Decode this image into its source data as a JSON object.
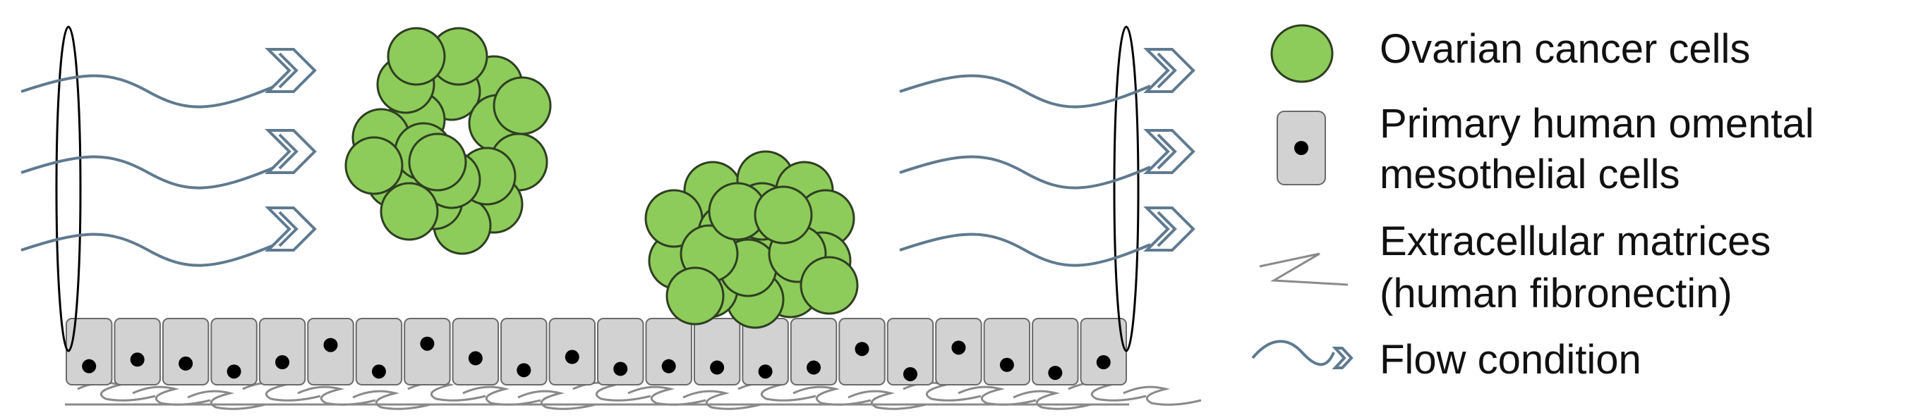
{
  "colors": {
    "cancer_cell": "#8dcc5a",
    "mesothelial_cell": "#d2d2d2",
    "flow_arrow": "#5f7a90",
    "nucleus": "#000000"
  },
  "legend": {
    "ovarian_cancer_cells": "Ovarian cancer cells",
    "mesothelial_line1": "Primary human omental",
    "mesothelial_line2": "mesothelial cells",
    "ecm_line1": "Extracellular matrices",
    "ecm_line2": "(human fibronectin)",
    "flow_condition": "Flow condition"
  },
  "diagram": {
    "mesothelial_cell_count": 22,
    "spheroid_count": 2
  }
}
